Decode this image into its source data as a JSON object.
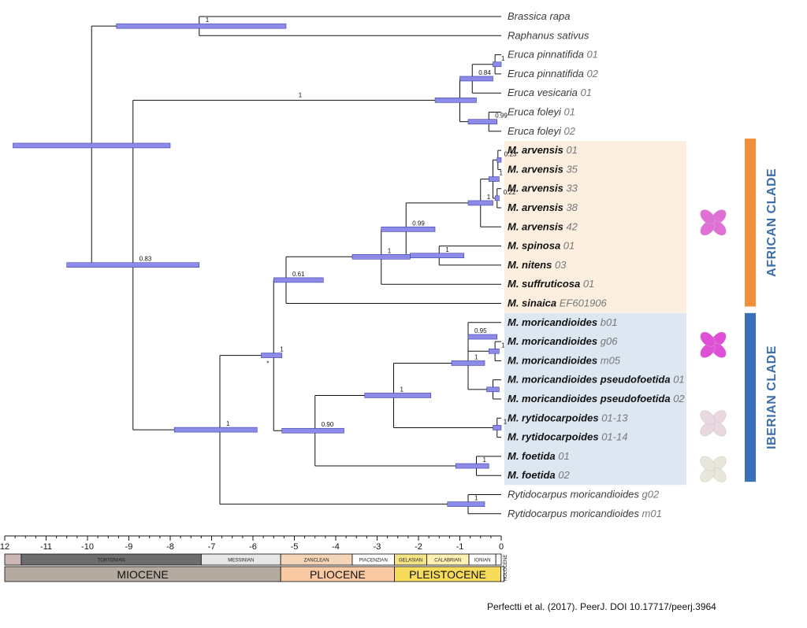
{
  "taxa": [
    {
      "genus": "Brassica rapa",
      "code": "",
      "style": "plain"
    },
    {
      "genus": "Raphanus sativus",
      "code": "",
      "style": "plain"
    },
    {
      "genus": "Eruca pinnatifida",
      "code": "01",
      "style": "plain"
    },
    {
      "genus": "Eruca pinnatifida",
      "code": "02",
      "style": "plain"
    },
    {
      "genus": "Eruca vesicaria",
      "code": "01",
      "style": "plain"
    },
    {
      "genus": "Eruca foleyi",
      "code": "01",
      "style": "plain"
    },
    {
      "genus": "Eruca foleyi",
      "code": "02",
      "style": "plain"
    },
    {
      "genus": "M. arvensis",
      "code": "01",
      "style": "bold"
    },
    {
      "genus": "M. arvensis",
      "code": "35",
      "style": "bold"
    },
    {
      "genus": "M. arvensis",
      "code": "33",
      "style": "bold"
    },
    {
      "genus": "M. arvensis",
      "code": "38",
      "style": "bold"
    },
    {
      "genus": "M. arvensis",
      "code": "42",
      "style": "bold"
    },
    {
      "genus": "M. spinosa",
      "code": "01",
      "style": "bold"
    },
    {
      "genus": "M. nitens",
      "code": "03",
      "style": "bold"
    },
    {
      "genus": "M. suffruticosa",
      "code": "01",
      "style": "bold"
    },
    {
      "genus": "M. sinaica",
      "code": "EF601906",
      "style": "bold"
    },
    {
      "genus": "M. moricandioides",
      "code": "b01",
      "style": "bold"
    },
    {
      "genus": "M. moricandioides",
      "code": "g06",
      "style": "bold"
    },
    {
      "genus": "M. moricandioides",
      "code": "m05",
      "style": "bold"
    },
    {
      "genus": "M. moricandioides pseudofoetida",
      "code": "01",
      "style": "bold"
    },
    {
      "genus": "M. moricandioides pseudofoetida",
      "code": "02",
      "style": "bold"
    },
    {
      "genus": "M. rytidocarpoides",
      "code": "01-13",
      "style": "bold"
    },
    {
      "genus": "M. rytidocarpoides",
      "code": "01-14",
      "style": "bold"
    },
    {
      "genus": "M. foetida",
      "code": "01",
      "style": "bold"
    },
    {
      "genus": "M. foetida",
      "code": "02",
      "style": "bold"
    },
    {
      "genus": "Rytidocarpus moricandioides",
      "code": "g02",
      "style": "plain"
    },
    {
      "genus": "Rytidocarpus moricandioides",
      "code": "m01",
      "style": "plain"
    }
  ],
  "nodes": [
    {
      "id": "brassica_raphanus",
      "age": -7.3,
      "children": [
        0,
        1
      ],
      "support": "1",
      "hpd": [
        -9.3,
        -5.2
      ]
    },
    {
      "id": "pinnatifida",
      "age": -0.15,
      "children": [
        2,
        3
      ],
      "support": "1",
      "hpd": [
        -0.2,
        0.0
      ]
    },
    {
      "id": "pinn_ves",
      "age": -0.7,
      "children": [
        "pinnatifida",
        4
      ],
      "support": "0.84",
      "hpd": [
        -1.0,
        -0.2
      ]
    },
    {
      "id": "foleyi",
      "age": -0.3,
      "children": [
        5,
        6
      ],
      "support": "0.99",
      "hpd": [
        -0.8,
        -0.1
      ]
    },
    {
      "id": "eruca",
      "age": -1.0,
      "children": [
        "pinn_ves",
        "foleyi"
      ],
      "support": "",
      "hpd": [
        -1.6,
        -0.6
      ]
    },
    {
      "id": "arv_01_35",
      "age": -0.08,
      "children": [
        7,
        8
      ],
      "support": "0.23",
      "hpd": [
        -0.1,
        0.0
      ]
    },
    {
      "id": "arv_33_38",
      "age": -0.1,
      "children": [
        9,
        10
      ],
      "support": "0.22",
      "hpd": [
        -0.15,
        -0.05
      ]
    },
    {
      "id": "arv_four",
      "age": -0.2,
      "children": [
        "arv_01_35",
        "arv_33_38"
      ],
      "support": "1",
      "hpd": [
        -0.3,
        -0.05
      ]
    },
    {
      "id": "arvensis",
      "age": -0.5,
      "children": [
        "arv_four",
        11
      ],
      "support": "1",
      "hpd": [
        -0.8,
        -0.2
      ]
    },
    {
      "id": "spin_nit",
      "age": -1.5,
      "children": [
        12,
        13
      ],
      "support": "1",
      "hpd": [
        -2.2,
        -0.9
      ]
    },
    {
      "id": "arv_spin",
      "age": -2.3,
      "children": [
        "arvensis",
        "spin_nit"
      ],
      "support": "0.99",
      "hpd": [
        -2.9,
        -1.6
      ]
    },
    {
      "id": "arv_suff",
      "age": -2.9,
      "children": [
        "arv_spin",
        14
      ],
      "support": "1",
      "hpd": [
        -3.6,
        -2.2
      ]
    },
    {
      "id": "african",
      "age": -5.2,
      "children": [
        "arv_suff",
        15
      ],
      "support": "0.61",
      "hpd": [
        -5.5,
        -4.3
      ]
    },
    {
      "id": "mor_g06_m05",
      "age": -0.15,
      "children": [
        17,
        18
      ],
      "support": "1",
      "hpd": [
        -0.3,
        -0.05
      ]
    },
    {
      "id": "mor_three",
      "age": -0.8,
      "children": [
        16,
        "mor_g06_m05"
      ],
      "support": "0.95",
      "hpd": [
        -0.8,
        -0.1
      ]
    },
    {
      "id": "pseudo",
      "age": -0.2,
      "children": [
        19,
        20
      ],
      "support": "",
      "hpd": [
        -0.35,
        -0.05
      ]
    },
    {
      "id": "moricandioides",
      "age": -0.8,
      "children": [
        "mor_three",
        "pseudo"
      ],
      "support": "1",
      "hpd": [
        -1.2,
        -0.4
      ]
    },
    {
      "id": "rytido",
      "age": -0.1,
      "children": [
        21,
        22
      ],
      "support": "1",
      "hpd": [
        -0.2,
        0.0
      ]
    },
    {
      "id": "mor_ryt",
      "age": -2.6,
      "children": [
        "moricandioides",
        "rytido"
      ],
      "support": "1",
      "hpd": [
        -3.3,
        -1.7
      ]
    },
    {
      "id": "foetida",
      "age": -0.6,
      "children": [
        23,
        24
      ],
      "support": "1",
      "hpd": [
        -1.1,
        -0.3
      ]
    },
    {
      "id": "iberian",
      "age": -4.5,
      "children": [
        "mor_ryt",
        "foetida"
      ],
      "support": "0.90",
      "hpd": [
        -5.3,
        -3.8
      ]
    },
    {
      "id": "moricandia",
      "age": -5.5,
      "children": [
        "african",
        "iberian"
      ],
      "support": "1",
      "hpd": [
        -5.8,
        -5.3
      ]
    },
    {
      "id": "rytidocarpus",
      "age": -0.8,
      "children": [
        25,
        26
      ],
      "support": "1",
      "hpd": [
        -1.3,
        -0.4
      ]
    },
    {
      "id": "mor_ryt_genus",
      "age": -6.8,
      "children": [
        "moricandia",
        "rytidocarpus"
      ],
      "support": "1",
      "hpd": [
        -7.9,
        -5.9
      ]
    },
    {
      "id": "eruca_mor",
      "age": -8.9,
      "children": [
        "eruca",
        "mor_ryt_genus"
      ],
      "support": "0.83",
      "hpd": [
        -10.5,
        -7.3
      ]
    },
    {
      "id": "root",
      "age": -9.9,
      "children": [
        "brassica_raphanus",
        "eruca_mor"
      ],
      "support": "",
      "hpd": [
        -11.8,
        -8.0
      ]
    }
  ],
  "eruca_branch_support": "1",
  "star_marker": "*",
  "axis": {
    "ticks": [
      "12",
      "-11",
      "-10",
      "-9",
      "-8",
      "-7",
      "-6",
      "-5",
      "-4",
      "-3",
      "-2",
      "-1",
      "0"
    ],
    "range": [
      -12,
      0
    ]
  },
  "stages": [
    {
      "name": "",
      "start": -12,
      "end": -11.6,
      "color": "#cbb5b5"
    },
    {
      "name": "TORTONIAN",
      "start": -11.6,
      "end": -7.25,
      "color": "#6d6d6d"
    },
    {
      "name": "MESSINIAN",
      "start": -7.25,
      "end": -5.33,
      "color": "#e6e6e6"
    },
    {
      "name": "ZANCLEAN",
      "start": -5.33,
      "end": -3.6,
      "color": "#f5d5b7"
    },
    {
      "name": "PIACENZIAN",
      "start": -3.6,
      "end": -2.58,
      "color": "#ffffff"
    },
    {
      "name": "GELASIAN",
      "start": -2.58,
      "end": -1.8,
      "color": "#f6e386"
    },
    {
      "name": "CALABRIAN",
      "start": -1.8,
      "end": -0.78,
      "color": "#fff1b3"
    },
    {
      "name": "IONIAN",
      "start": -0.78,
      "end": -0.13,
      "color": "#ffffff"
    },
    {
      "name": "",
      "start": -0.13,
      "end": 0,
      "color": "#ffffff"
    }
  ],
  "epochs": [
    {
      "name": "MIOCENE",
      "start": -12,
      "end": -5.33,
      "color": "#b5aaa0"
    },
    {
      "name": "PLIOCENE",
      "start": -5.33,
      "end": -2.58,
      "color": "#f9c9a3"
    },
    {
      "name": "PLEISTOCENE",
      "start": -2.58,
      "end": -0.01,
      "color": "#f6dc5a"
    },
    {
      "name": "HOLOCENE",
      "start": -0.01,
      "end": 0,
      "color": "#ffffff"
    }
  ],
  "clades": {
    "african": {
      "label": "AFRICAN CLADE",
      "bar_color": "#f0913a",
      "text_color": "#3c6fa9",
      "box_color": "#fcefe0"
    },
    "iberian": {
      "label": "IBERIAN CLADE",
      "bar_color": "#3a70b8",
      "text_color": "#3c6fa9",
      "box_color": "#dde7f2"
    }
  },
  "flowers": [
    {
      "name": "pink-flower-icon",
      "color": "#e070d6"
    },
    {
      "name": "magenta-flower-icon",
      "color": "#e050d6"
    },
    {
      "name": "pale-pink-flower-icon",
      "color": "#e9d8e0"
    },
    {
      "name": "cream-flower-icon",
      "color": "#e9e6dc"
    }
  ],
  "hpd_color": "#8c8ce8",
  "citation": "Perfectti et al. (2017). PeerJ. DOI 10.17717/peerj.3964"
}
